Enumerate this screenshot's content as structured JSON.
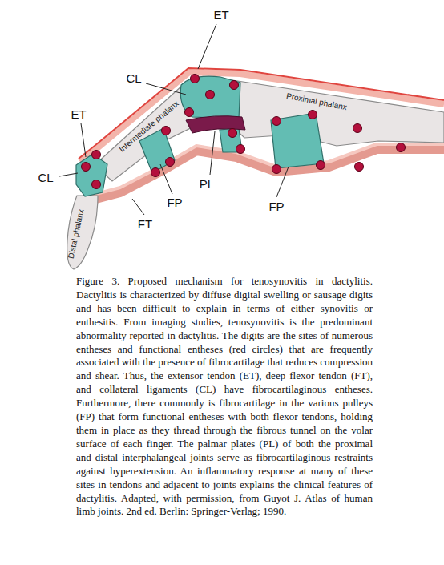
{
  "diagram": {
    "caption": "Figure 3. Proposed mechanism for tenosynovitis in dactylitis. Dactylitis is characterized by diffuse digital swelling or sausage digits and has been difficult to explain in terms of either synovitis or enthesitis. From imaging studies, tenosynovitis is the predominant abnormality reported in dactylitis. The digits are the sites of numerous entheses and functional entheses (red circles) that are frequently associated with the presence of fibrocartilage that reduces compression and shear. Thus, the extensor tendon (ET), deep flexor tendon (FT), and collateral ligaments (CL) have fibrocartilaginous entheses. Furthermore, there commonly is fibrocartilage in the various pulleys (FP) that form functional entheses with both flexor tendons, holding them in place as they thread through the fibrous tunnel on the volar surface of each finger. The palmar plates (PL) of both the proximal and distal interphalangeal joints serve as fibrocartilaginous restraints against hyperextension. An inflammatory response at many of these sites in tendons and adjacent to joints explains the clinical features of dactylitis. Adapted, with permission, from Guyot J. Atlas of human limb joints. 2nd ed. Berlin: Springer-Verlag; 1990.",
    "labels": [
      "ET",
      "CL",
      "ET",
      "CL",
      "PL",
      "FP",
      "FP",
      "FT",
      "Proximal phalanx",
      "Intermediate phalanx",
      "Distal phalanx"
    ]
  }
}
